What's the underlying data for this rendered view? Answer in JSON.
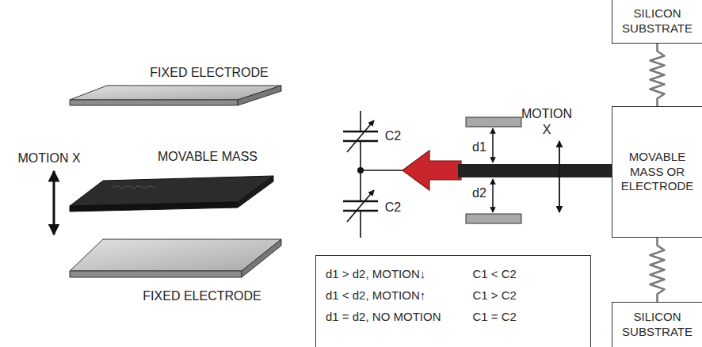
{
  "diagram": {
    "nodes": [
      {
        "text": [
          "SILICON SUBSTRATE"
        ]
      },
      {
        "text": [
          "MOVABLE MASS OR ELECTRODE"
        ]
      },
      {
        "text": [
          "d1 > d2, MOTION↓",
          "C1 < C2",
          "d1 < d2, MOTION↑",
          "C1 > C2",
          "d1 = d2, NO MOTION",
          "C1 = C2"
        ]
      },
      {
        "text": [
          "SILICON SUBSTRATE"
        ]
      }
    ],
    "edges": [
      {
        "from": 0,
        "to": 1,
        "arrow": "none"
      },
      {
        "from": 1,
        "to": 3,
        "arrow": "none"
      }
    ],
    "labels": [
      "FIXED ELECTRODE",
      "MOVABLE MASS",
      "FIXED ELECTRODE",
      "MOTION X",
      "C2",
      "C2",
      "d1",
      "d2",
      "MOTION X"
    ]
  }
}
